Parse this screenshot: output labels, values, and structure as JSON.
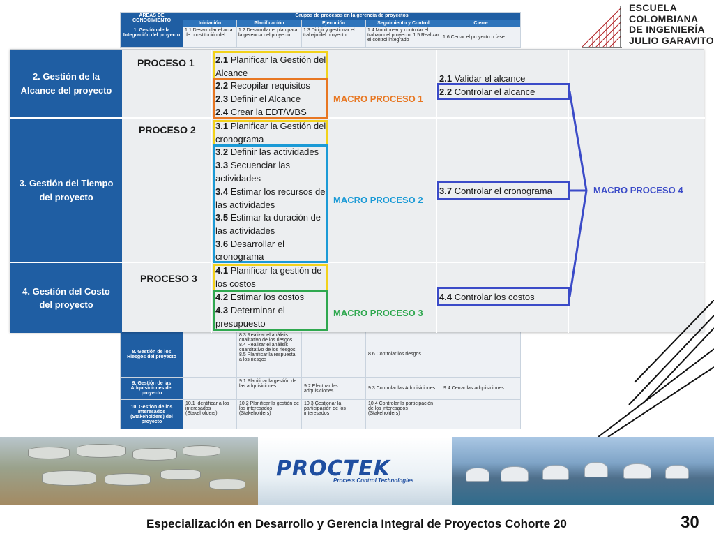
{
  "top_table": {
    "header_areas": "ÁREAS DE CONOCIMIENTO",
    "header_groups": "Grupos de procesos en la gerencia de proyectos",
    "columns": [
      "Iniciación",
      "Planificación",
      "Ejecución",
      "Seguimiento y Control",
      "Cierre"
    ],
    "row1": {
      "area": "1. Gestión de la Integración del proyecto",
      "cells": [
        "1.1 Desarrollar el acta de constitución del",
        "1.2 Desarrollar el plan para la gerencia del proyecto",
        "1.3 Dirigir y gestionar el trabajo del proyecto",
        "1.4 Monitorear y controlar el trabajo del proyecto. 1.5 Realizar el control integrado",
        "1.6 Cerrar el proyecto o fase"
      ]
    }
  },
  "bottom_table": {
    "rows": [
      {
        "area": "8. Gestión de los Riesgos del proyecto",
        "cells": [
          "",
          "8.3 Realizar el análisis cualitativo de los riesgos 8.4 Realizar el análisis cuantitativo de los riesgos 8.5 Planificar la respuesta a los riesgos",
          "",
          "8.6 Controlar los riesgos",
          ""
        ]
      },
      {
        "area": "9. Gestión de las Adquisiciones del proyecto",
        "cells": [
          "",
          "9.1 Planificar la gestión de las adquisiciones",
          "9.2 Efectuar las adquisiciones",
          "9.3 Controlar las Adquisiciones",
          "9.4 Cerrar las adquisiciones"
        ]
      },
      {
        "area": "10. Gestión de los Interesados (Stakeholders) del proyecto",
        "cells": [
          "10.1 Identificar a los interesados (Stakeholders)",
          "10.2 Planificar la gestión de los interesados (Stakeholders)",
          "10.3 Gestionar la participación de los interesados",
          "10.4 Controlar la participación de los interesados (Stakeholders)",
          ""
        ]
      }
    ]
  },
  "overlay": {
    "bands": [
      {
        "label": "2. Gestión de la Alcance del proyecto",
        "proceso": "PROCESO 1",
        "macro": "MACRO PROCESO 1",
        "plan_box1": [
          {
            "num": "2.1",
            "text": " Planificar la Gestión del"
          },
          {
            "num": "",
            "text": "Alcance"
          }
        ],
        "plan_box2": [
          {
            "num": "2.2",
            "text": " Recopilar requisitos"
          },
          {
            "num": "2.3",
            "text": " Definir el Alcance"
          },
          {
            "num": "2.4",
            "text": " Crear la EDT/WBS"
          }
        ],
        "control_plain": {
          "num": "2.1",
          "text": " Validar el alcance"
        },
        "control_box": {
          "num": "2.2",
          "text": " Controlar el alcance"
        }
      },
      {
        "label": "3. Gestión del Tiempo del proyecto",
        "proceso": "PROCESO 2",
        "macro": "MACRO PROCESO 2",
        "plan_box1": [
          {
            "num": "3.1",
            "text": " Planificar la Gestión del"
          },
          {
            "num": "",
            "text": "cronograma"
          }
        ],
        "plan_box2": [
          {
            "num": "3.2",
            "text": " Definir las actividades"
          },
          {
            "num": "3.3",
            "text": " Secuenciar las"
          },
          {
            "num": "",
            "text": "actividades"
          },
          {
            "num": "3.4",
            "text": " Estimar los recursos de"
          },
          {
            "num": "",
            "text": "las actividades"
          },
          {
            "num": "3.5",
            "text": " Estimar la duración de"
          },
          {
            "num": "",
            "text": "las actividades"
          },
          {
            "num": "3.6",
            "text": " Desarrollar el"
          },
          {
            "num": "",
            "text": "cronograma"
          }
        ],
        "control_box": {
          "num": "3.7",
          "text": "  Controlar el cronograma"
        }
      },
      {
        "label": "4. Gestión del Costo del proyecto",
        "proceso": "PROCESO 3",
        "macro": "MACRO PROCESO 3",
        "plan_box1": [
          {
            "num": "4.1",
            "text": " Planificar la gestión de"
          },
          {
            "num": "",
            "text": "los costos"
          }
        ],
        "plan_box2": [
          {
            "num": "4.2",
            "text": " Estimar los costos"
          },
          {
            "num": "4.3",
            "text": " Determinar el"
          },
          {
            "num": "",
            "text": "presupuesto"
          }
        ],
        "control_box": {
          "num": "4.4",
          "text": " Controlar los costos"
        }
      }
    ],
    "macro4": "MACRO PROCESO 4"
  },
  "logo": {
    "line1": "ESCUELA",
    "line2": "COLOMBIANA",
    "line3": "DE INGENIERÍA",
    "line4": "JULIO GARAVITO"
  },
  "banner": {
    "brand": "PROCTEK",
    "tagline": "Process Control Technologies"
  },
  "footer": {
    "text": "Especialización en Desarrollo y Gerencia Integral de Proyectos Cohorte 20",
    "page": "30"
  },
  "colors": {
    "area_blue": "#1f5ea3",
    "yellow": "#f2d21b",
    "orange": "#e87722",
    "macro1": "#e87722",
    "cyan": "#1b9ad6",
    "green": "#2fa84f",
    "control_blue": "#3b4bc8"
  }
}
